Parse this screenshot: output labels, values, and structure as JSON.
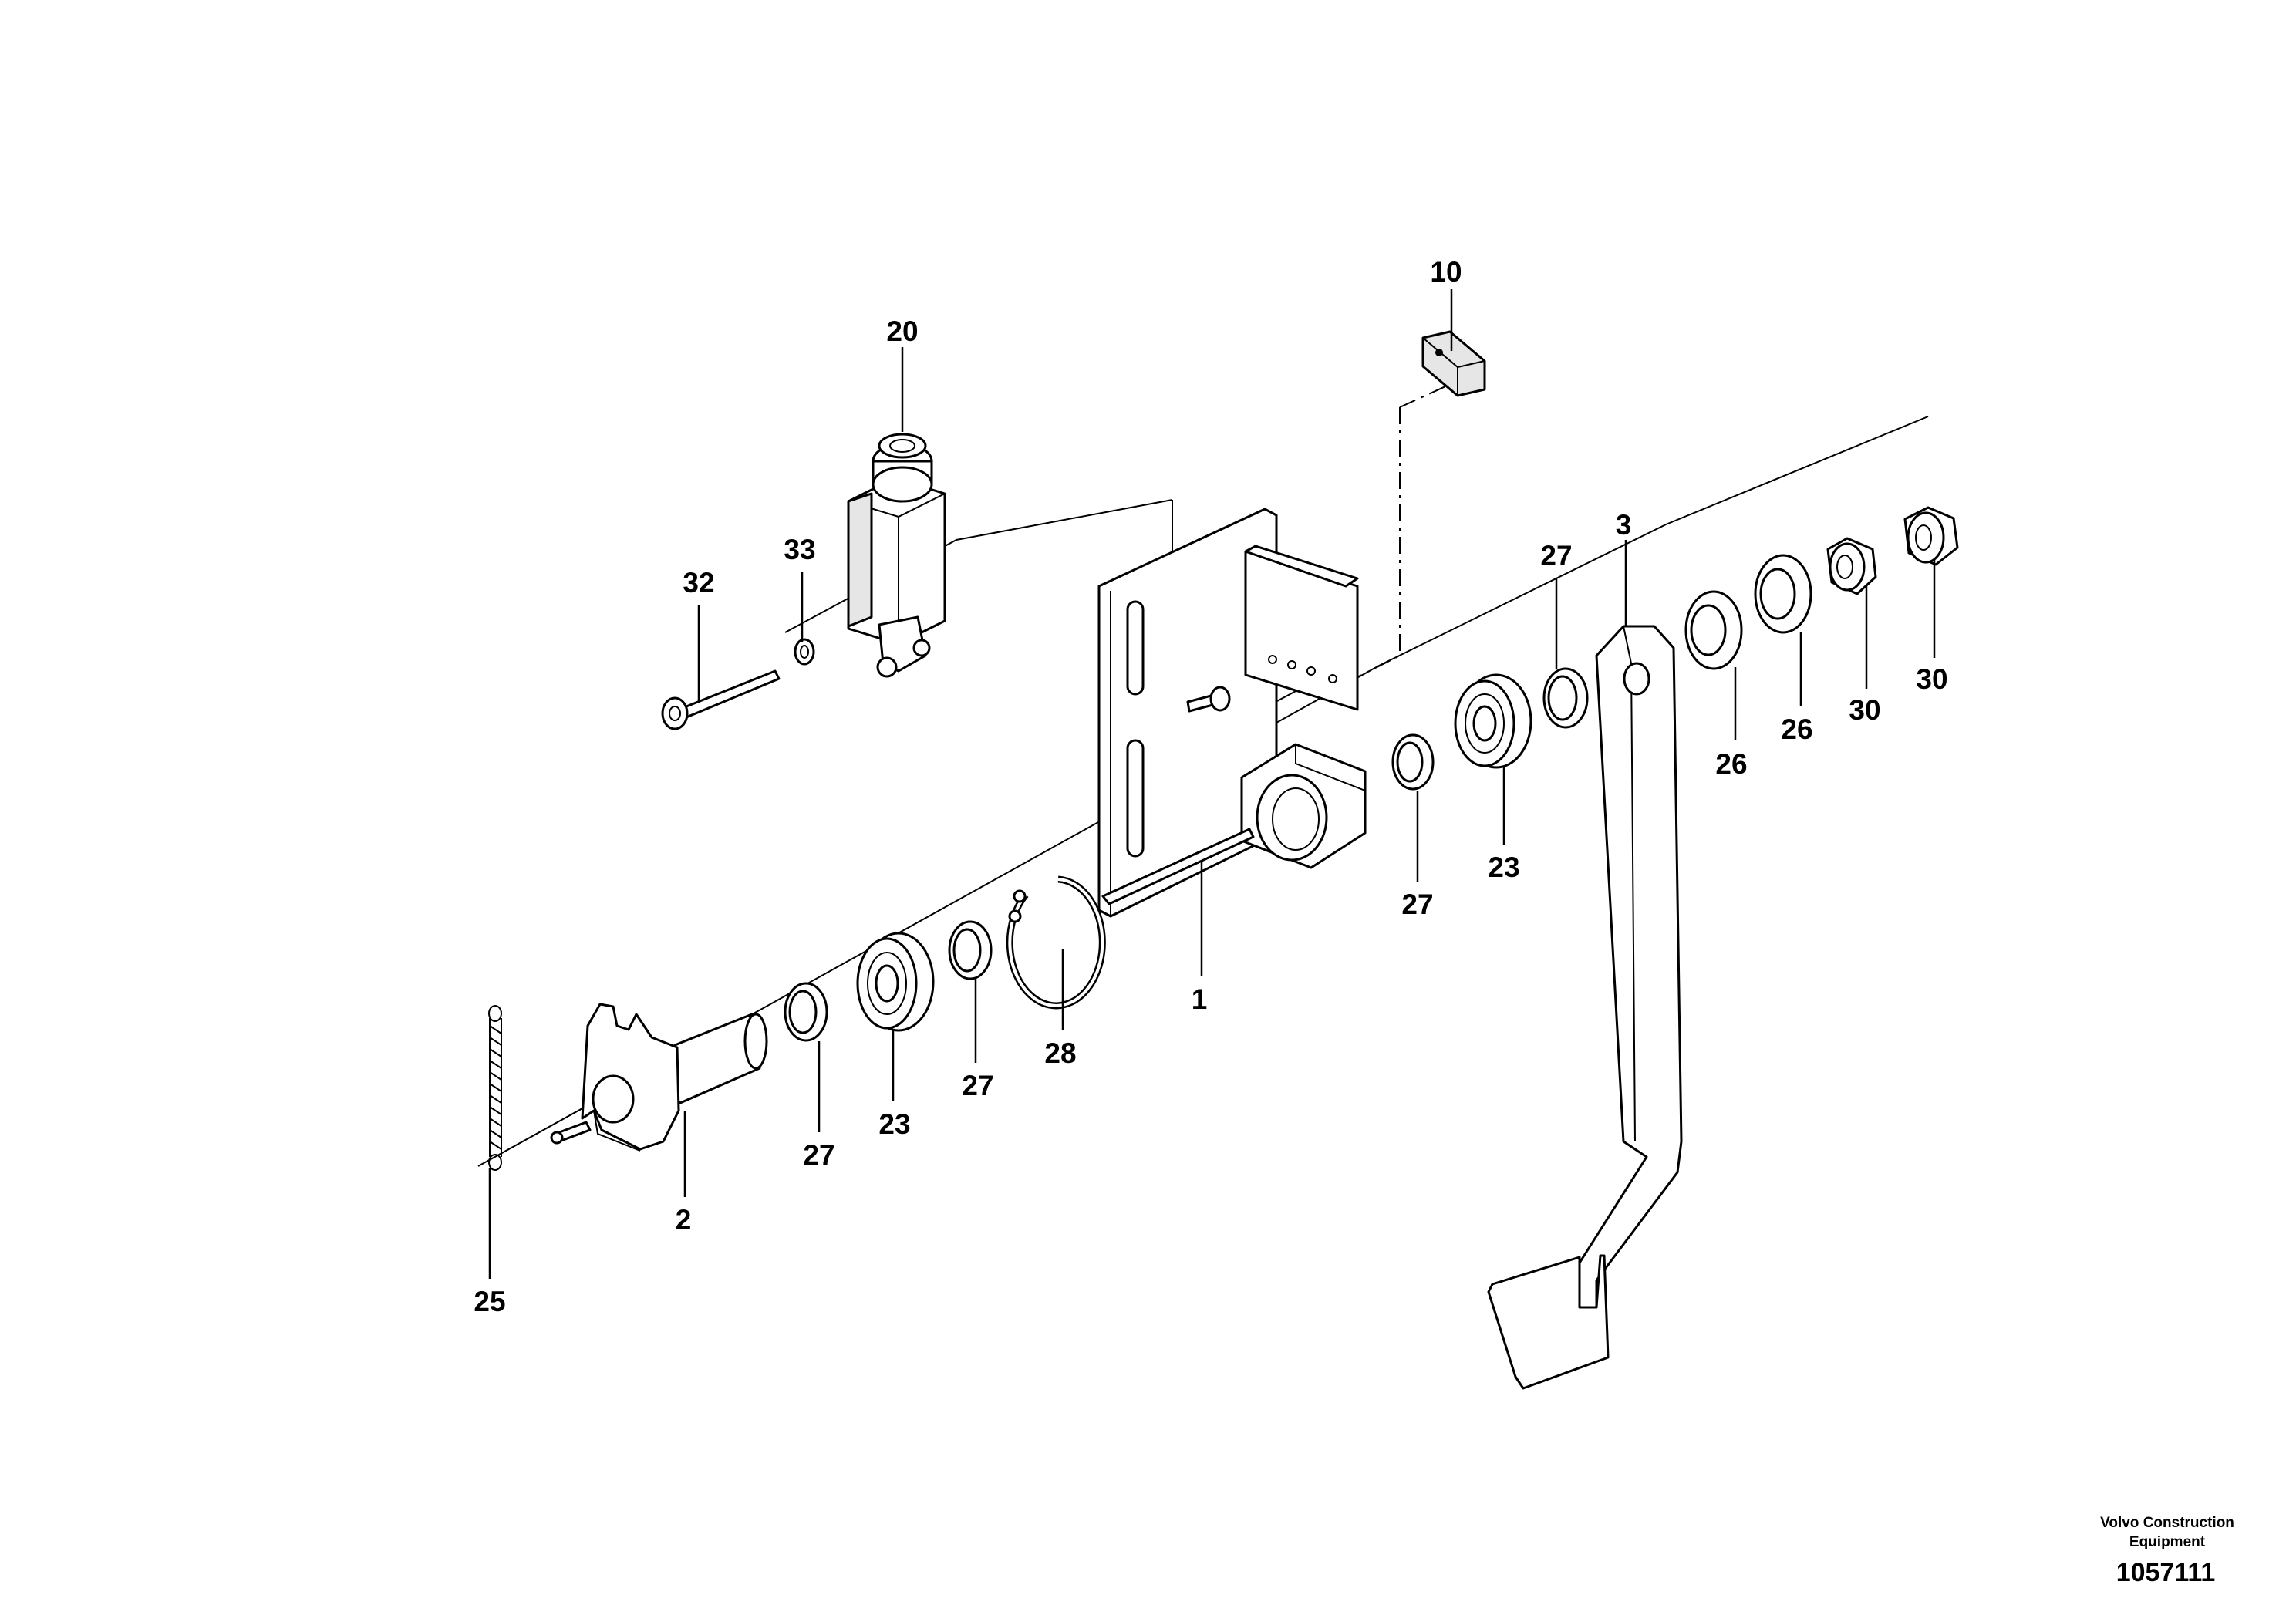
{
  "diagram": {
    "callouts": [
      {
        "id": "c20",
        "label": "20"
      },
      {
        "id": "c10",
        "label": "10"
      },
      {
        "id": "c32",
        "label": "32"
      },
      {
        "id": "c33",
        "label": "33"
      },
      {
        "id": "c3",
        "label": "3"
      },
      {
        "id": "c27a",
        "label": "27"
      },
      {
        "id": "c27b",
        "label": "27"
      },
      {
        "id": "c27c",
        "label": "27"
      },
      {
        "id": "c27d",
        "label": "27"
      },
      {
        "id": "c23a",
        "label": "23"
      },
      {
        "id": "c23b",
        "label": "23"
      },
      {
        "id": "c26a",
        "label": "26"
      },
      {
        "id": "c26b",
        "label": "26"
      },
      {
        "id": "c30a",
        "label": "30"
      },
      {
        "id": "c30b",
        "label": "30"
      },
      {
        "id": "c1",
        "label": "1"
      },
      {
        "id": "c28",
        "label": "28"
      },
      {
        "id": "c2",
        "label": "2"
      },
      {
        "id": "c25",
        "label": "25"
      }
    ],
    "footer": {
      "brand_line1": "Volvo Construction",
      "brand_line2": "Equipment",
      "doc_number": "1057111"
    }
  }
}
